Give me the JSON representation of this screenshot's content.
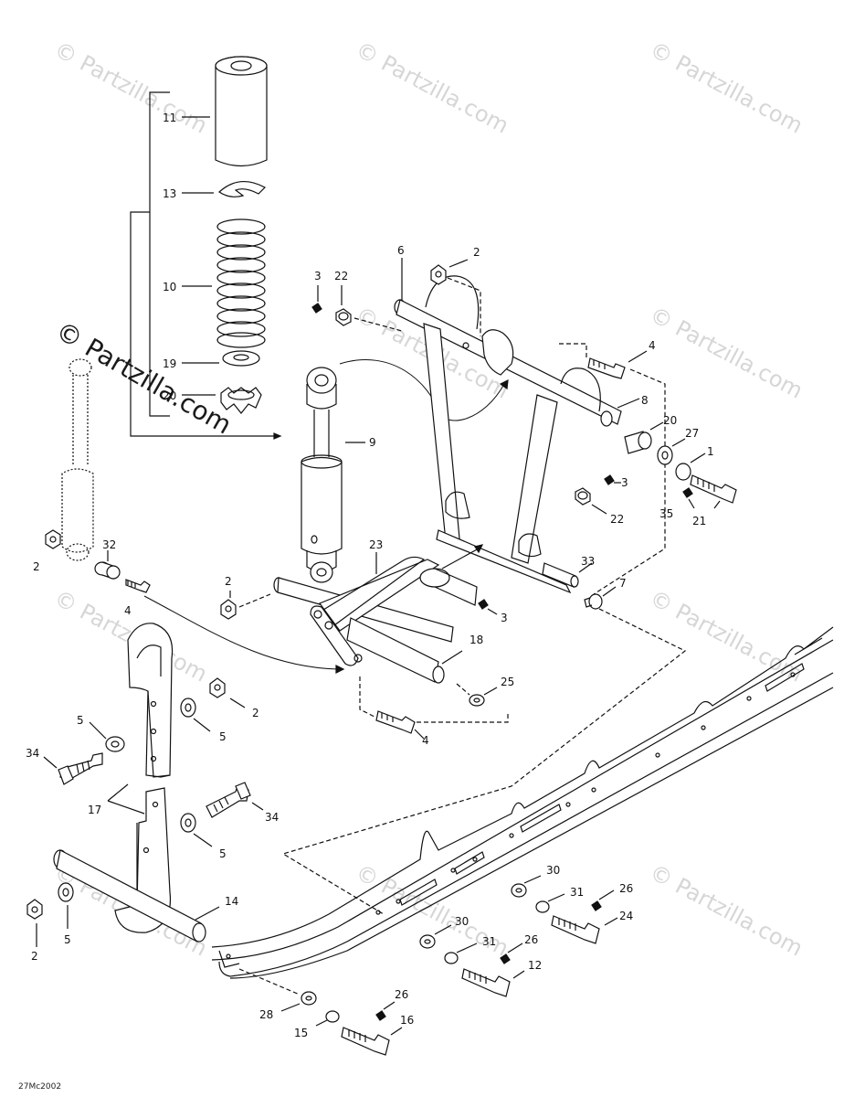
{
  "watermark": "© Partzilla.com",
  "diagram_code": "27Mc2002",
  "callouts": {
    "c11": "11",
    "c13": "13",
    "c10": "10",
    "c19": "19",
    "c20a": "20",
    "c3a": "3",
    "c22a": "22",
    "c6": "6",
    "c2a": "2",
    "c4a": "4",
    "c8": "8",
    "c20b": "20",
    "c27": "27",
    "c1": "1",
    "c3b": "3",
    "c22b": "22",
    "c35": "35",
    "c21": "21",
    "c9": "9",
    "c32": "32",
    "c2b": "2",
    "c4b": "4",
    "c2c": "2",
    "c23": "23",
    "c33": "33",
    "c7": "7",
    "c3c": "3",
    "c18": "18",
    "c25": "25",
    "c4c": "4",
    "c2d": "2",
    "c5a": "5",
    "c5b": "5",
    "c34a": "34",
    "c17": "17",
    "c34b": "34",
    "c5c": "5",
    "c14": "14",
    "c2e": "2",
    "c5d": "5",
    "c30a": "30",
    "c31a": "31",
    "c26a": "26",
    "c24": "24",
    "c30b": "30",
    "c31b": "31",
    "c26b": "26",
    "c12": "12",
    "c28": "28",
    "c15": "15",
    "c26c": "26",
    "c16": "16"
  }
}
